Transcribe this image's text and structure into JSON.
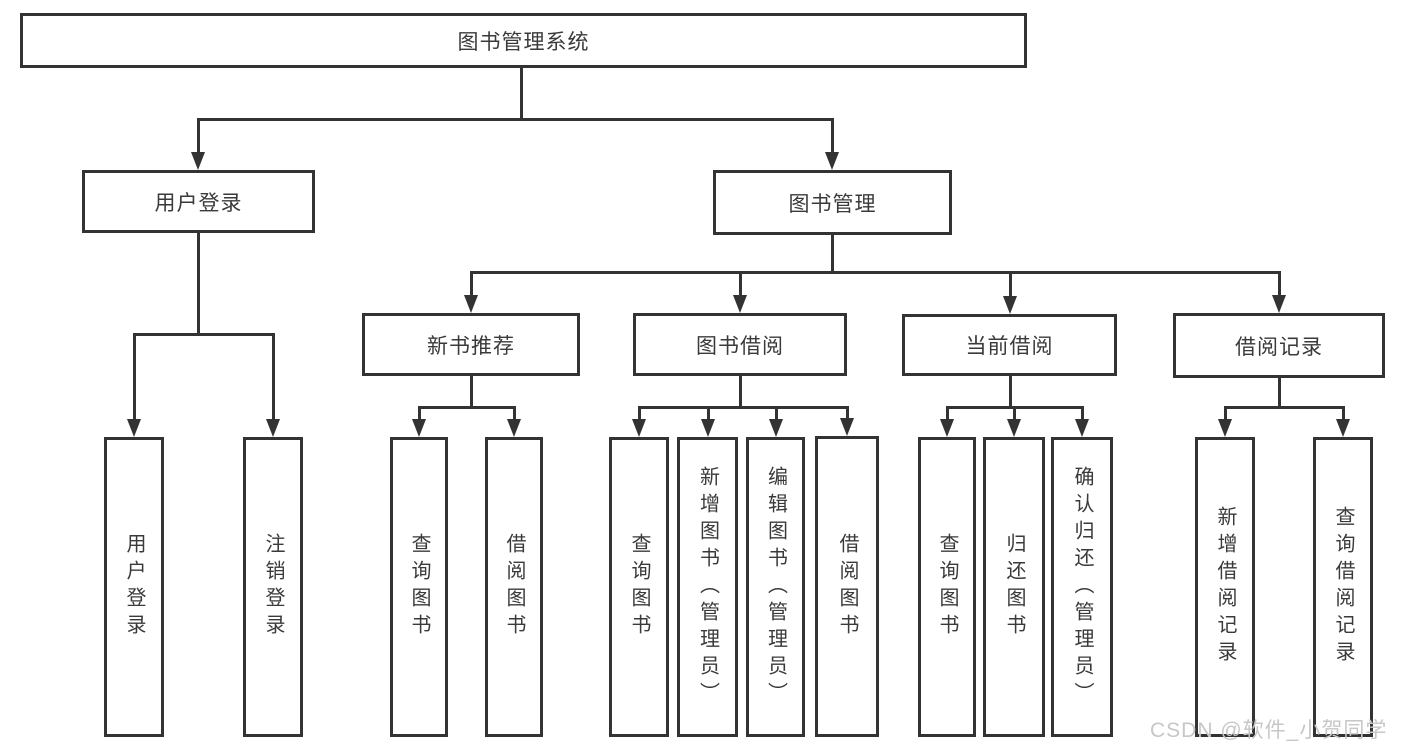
{
  "tree": {
    "root_label": "图书管理系统",
    "user_login": {
      "label": "用户登录",
      "children": [
        "用户登录",
        "注销登录"
      ]
    },
    "book_management": {
      "label": "图书管理"
    },
    "new_book_recommend": {
      "label": "新书推荐",
      "children": [
        "查询图书",
        "借阅图书"
      ]
    },
    "book_borrow": {
      "label": "图书借阅",
      "children": [
        "查询图书",
        "新增图书（管理员）",
        "编辑图书（管理员）",
        "借阅图书"
      ]
    },
    "current_borrow": {
      "label": "当前借阅",
      "children": [
        "查询图书",
        "归还图书",
        "确认归还（管理员）"
      ]
    },
    "borrow_record": {
      "label": "借阅记录",
      "children": [
        "新增借阅记录",
        "查询借阅记录"
      ]
    }
  },
  "watermark": "CSDN @软件_小贺同学",
  "colors": {
    "line": "#333333",
    "border": "#333333",
    "text": "#3a3a3a",
    "watermark": "#c7c7c7",
    "background": "#ffffff"
  }
}
